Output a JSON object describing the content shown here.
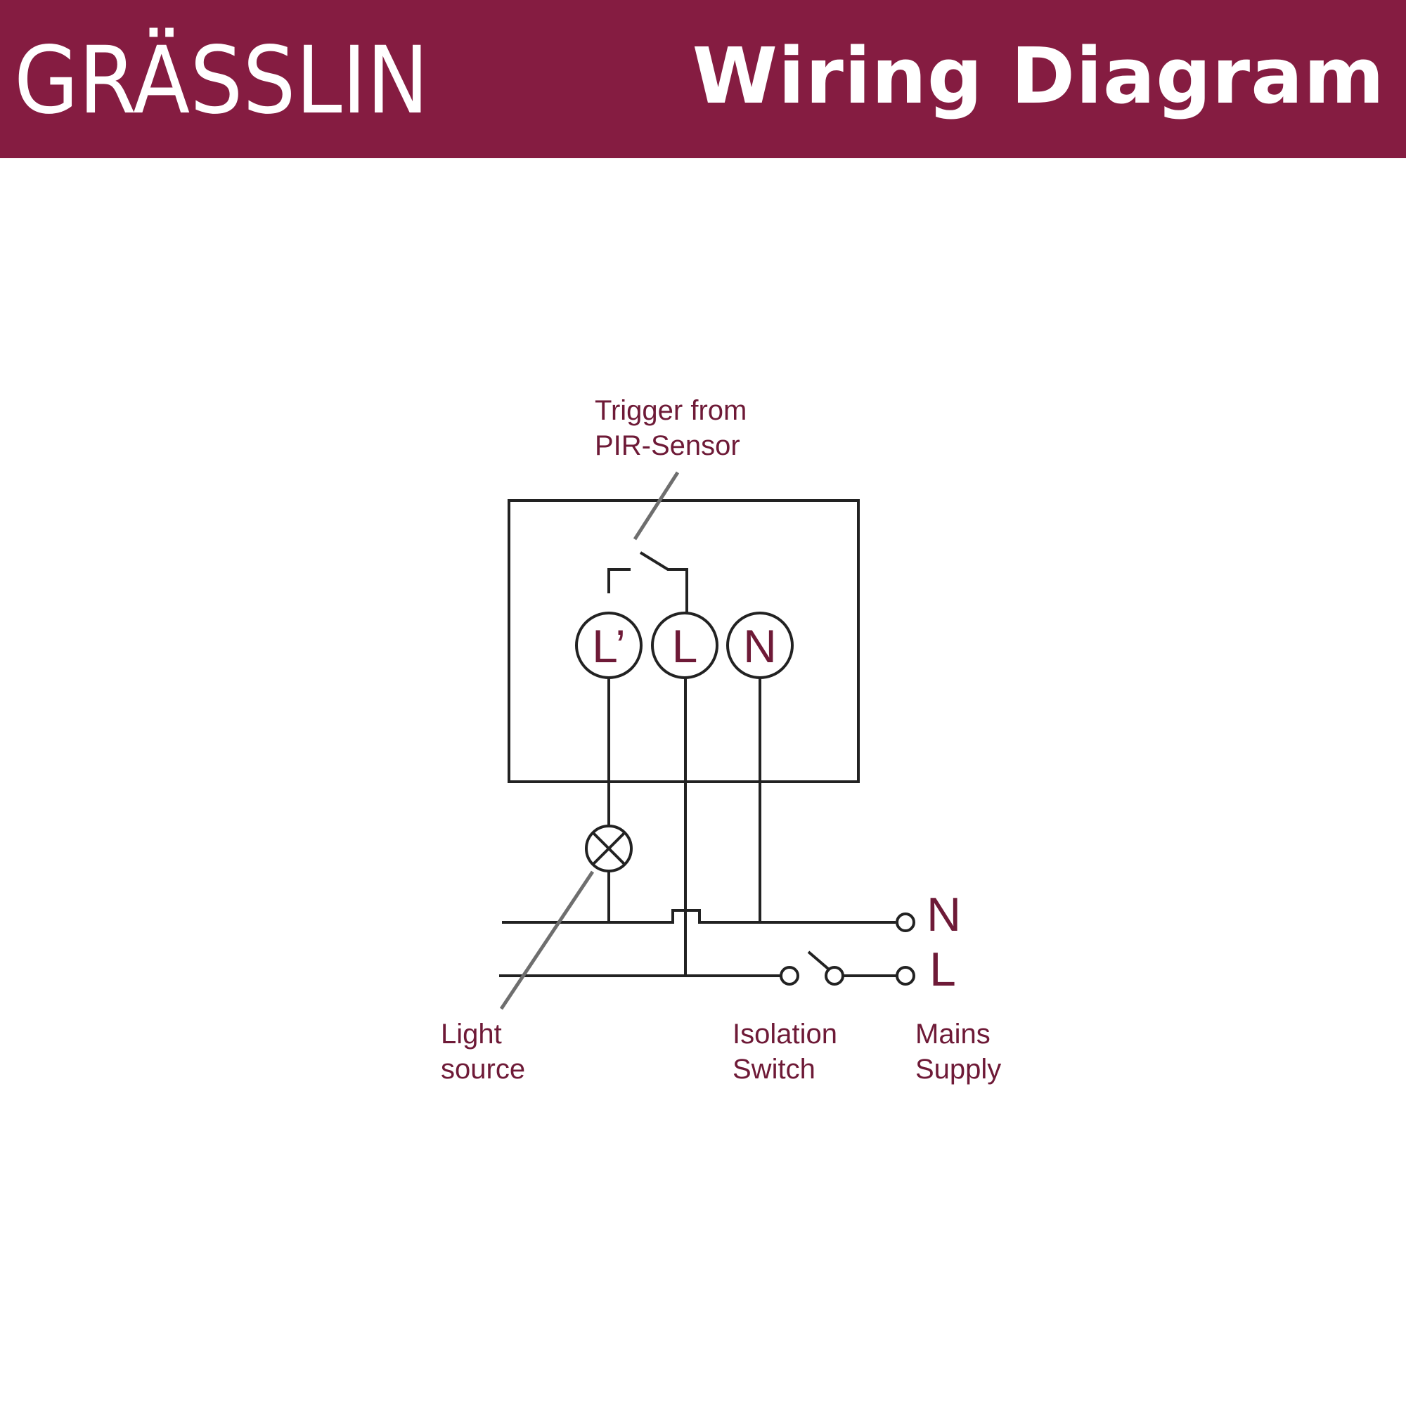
{
  "header": {
    "brand": "GRÄSSLIN",
    "title": "Wiring Diagram"
  },
  "diagram": {
    "trigger_label": [
      "Trigger from",
      "PIR-Sensor"
    ],
    "terminals": [
      "L’",
      "L",
      "N"
    ],
    "light_label": [
      "Light",
      "source"
    ],
    "isolation_label": [
      "Isolation",
      "Switch"
    ],
    "mains_label": [
      "Mains",
      "Supply"
    ],
    "mains_terminals": [
      "N",
      "L"
    ]
  },
  "colors": {
    "brand": "#851c41",
    "header_text": "#ffffff",
    "wire": "#222222",
    "leader": "#6e6e6e",
    "label_text": "#6e1a37"
  }
}
